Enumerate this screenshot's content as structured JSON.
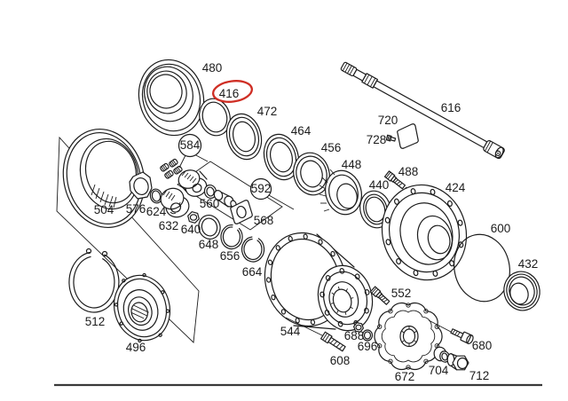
{
  "diagram": {
    "kind": "exploded-parts-diagram",
    "background_color": "#ffffff",
    "line_color": "#1c1c1c",
    "highlight_color": "#cf2e24",
    "highlighted_label": "416",
    "circled_labels": [
      "584",
      "592"
    ],
    "parts": [
      {
        "label": "480"
      },
      {
        "label": "416"
      },
      {
        "label": "472"
      },
      {
        "label": "464"
      },
      {
        "label": "456"
      },
      {
        "label": "616"
      },
      {
        "label": "720"
      },
      {
        "label": "728"
      },
      {
        "label": "448"
      },
      {
        "label": "488"
      },
      {
        "label": "424"
      },
      {
        "label": "584"
      },
      {
        "label": "592"
      },
      {
        "label": "568"
      },
      {
        "label": "504"
      },
      {
        "label": "576"
      },
      {
        "label": "624"
      },
      {
        "label": "560"
      },
      {
        "label": "632"
      },
      {
        "label": "640"
      },
      {
        "label": "648"
      },
      {
        "label": "656"
      },
      {
        "label": "664"
      },
      {
        "label": "600"
      },
      {
        "label": "432"
      },
      {
        "label": "512"
      },
      {
        "label": "496"
      },
      {
        "label": "544"
      },
      {
        "label": "552"
      },
      {
        "label": "688"
      },
      {
        "label": "696"
      },
      {
        "label": "608"
      },
      {
        "label": "672"
      },
      {
        "label": "680"
      },
      {
        "label": "704"
      },
      {
        "label": "712"
      },
      {
        "label": "440"
      }
    ]
  }
}
